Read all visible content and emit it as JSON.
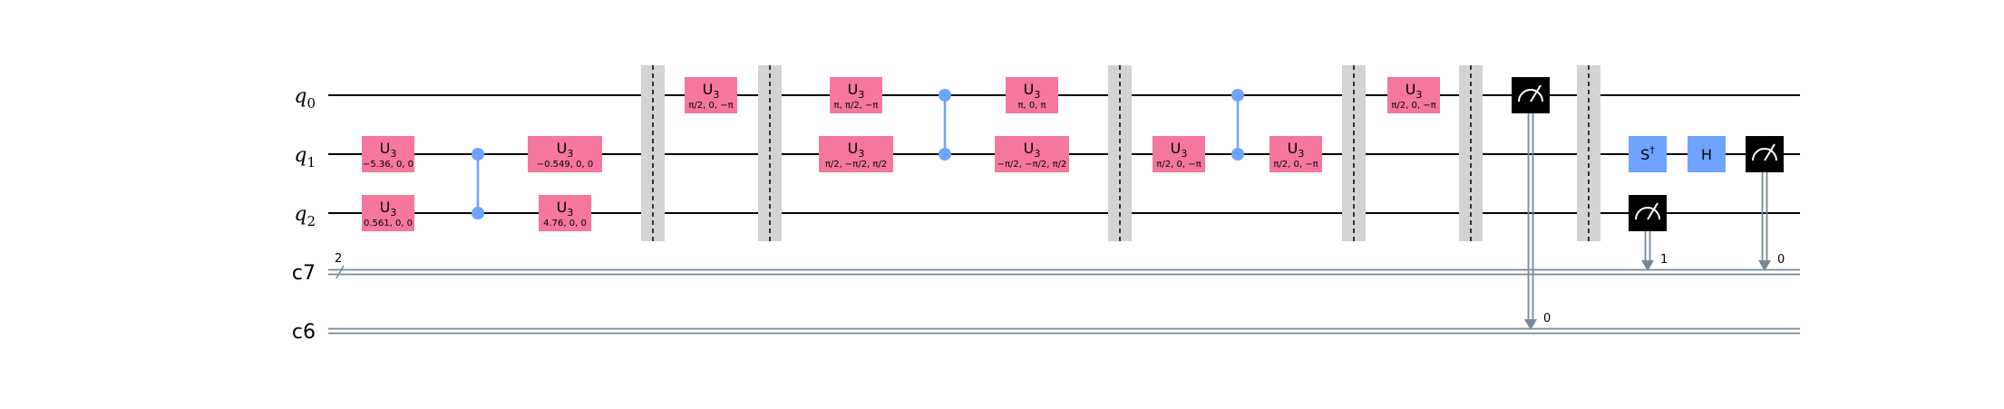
{
  "colors": {
    "u3_gate": "#f5779e",
    "clifford_gate": "#6fa3ff",
    "control": "#6fa3ff",
    "measure_box": "#000000",
    "barrier": "#d3d3d3",
    "classical_wire": "#778899",
    "wire": "#000000"
  },
  "qubits": [
    {
      "label": "q",
      "index": "0"
    },
    {
      "label": "q",
      "index": "1"
    },
    {
      "label": "q",
      "index": "2"
    }
  ],
  "clbits": [
    {
      "label": "c7",
      "size": "2"
    },
    {
      "label": "c6"
    }
  ],
  "gates": [
    {
      "kind": "u3",
      "name": "U",
      "sub": "3",
      "params": "−5.36, 0, 0",
      "wire": 1,
      "col": 0
    },
    {
      "kind": "u3",
      "name": "U",
      "sub": "3",
      "params": "0.561, 0, 0",
      "wire": 2,
      "col": 0
    },
    {
      "kind": "u3",
      "name": "U",
      "sub": "3",
      "params": "−0.549, 0, 0",
      "wire": 1,
      "col": 2
    },
    {
      "kind": "u3",
      "name": "U",
      "sub": "3",
      "params": "4.76, 0, 0",
      "wire": 2,
      "col": 2
    },
    {
      "kind": "u3",
      "name": "U",
      "sub": "3",
      "params": "π/2, 0, −π",
      "wire": 0,
      "col": 4
    },
    {
      "kind": "u3",
      "name": "U",
      "sub": "3",
      "params": "π, π/2, −π",
      "wire": 0,
      "col": 6
    },
    {
      "kind": "u3",
      "name": "U",
      "sub": "3",
      "params": "π/2, −π/2, π/2",
      "wire": 1,
      "col": 6
    },
    {
      "kind": "u3",
      "name": "U",
      "sub": "3",
      "params": "π, 0, π",
      "wire": 0,
      "col": 8
    },
    {
      "kind": "u3",
      "name": "U",
      "sub": "3",
      "params": "−π/2, −π/2, π/2",
      "wire": 1,
      "col": 8
    },
    {
      "kind": "u3",
      "name": "U",
      "sub": "3",
      "params": "π/2, 0, −π",
      "wire": 1,
      "col": 10
    },
    {
      "kind": "u3",
      "name": "U",
      "sub": "3",
      "params": "π/2, 0, −π",
      "wire": 1,
      "col": 12
    },
    {
      "kind": "u3",
      "name": "U",
      "sub": "3",
      "params": "π/2, 0, −π",
      "wire": 0,
      "col": 14
    },
    {
      "kind": "sdg",
      "name": "S",
      "sup": "†",
      "wire": 1,
      "col": 18
    },
    {
      "kind": "h",
      "name": "H",
      "wire": 1,
      "col": 19
    }
  ],
  "controls": [
    {
      "wires": [
        1,
        2
      ],
      "col": 1
    },
    {
      "wires": [
        0,
        1
      ],
      "col": 7
    },
    {
      "wires": [
        0,
        1
      ],
      "col": 11
    }
  ],
  "barriers": [
    {
      "col": 3
    },
    {
      "col": 5
    },
    {
      "col": 9
    },
    {
      "col": 13
    },
    {
      "col": 15
    },
    {
      "col": 17
    }
  ],
  "measurements": [
    {
      "wire": 0,
      "col": 16,
      "creg": 1,
      "bit": "0"
    },
    {
      "wire": 2,
      "col": 18,
      "creg": 0,
      "bit": "1"
    },
    {
      "wire": 1,
      "col": 20,
      "creg": 0,
      "bit": "0"
    }
  ]
}
